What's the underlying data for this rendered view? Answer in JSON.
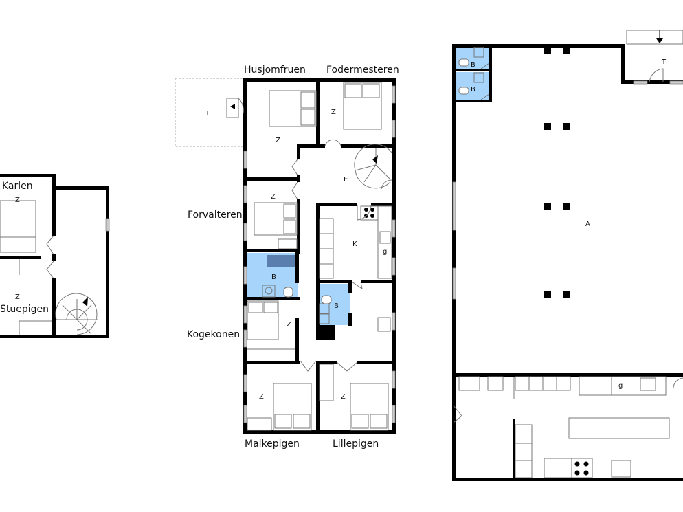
{
  "plans": {
    "left": {
      "names": [
        "Karlen",
        "Stuepigen"
      ],
      "rooms": [
        "Z",
        "Z"
      ]
    },
    "middle": {
      "names": [
        "Husjomfruen",
        "Fodermesteren",
        "Forvalteren",
        "Kogekonen",
        "Malkepigen",
        "Lillepigen"
      ],
      "rooms": {
        "terrace": "T",
        "husjomfruen": "Z",
        "fodermesteren": "Z",
        "entry": "E",
        "forvalteren": "Z",
        "kitchen": "K",
        "kitchen_g": "g",
        "bath1": "B",
        "bath2": "B",
        "kogekonen": "Z",
        "malkepigen": "Z",
        "lillepigen": "Z"
      }
    },
    "right": {
      "rooms": {
        "bath1": "B",
        "bath2": "B",
        "terrace": "T",
        "hall": "A",
        "g": "g"
      }
    }
  },
  "colors": {
    "bathroom": "#a6d4fb",
    "wall": "#000000"
  }
}
